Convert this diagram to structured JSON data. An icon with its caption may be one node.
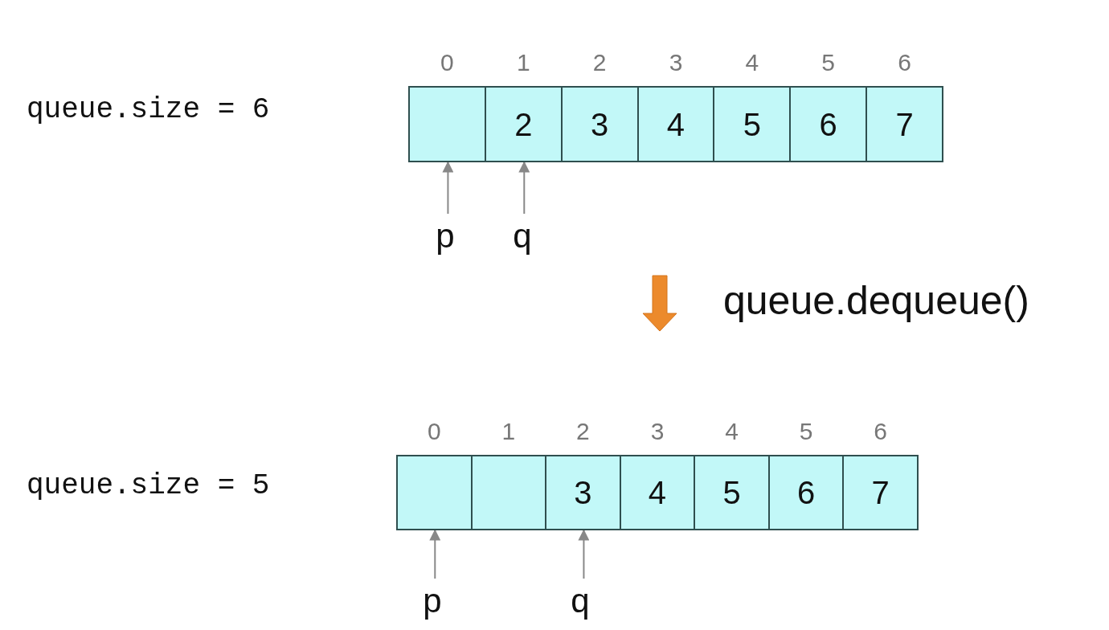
{
  "diagram": {
    "nodes": [
      {
        "text": [],
        "shape": "box"
      },
      {
        "text": [],
        "shape": "box",
        "in": 0,
        "beside": [
          "0"
        ]
      },
      {
        "text": [
          "2"
        ],
        "in": 0,
        "beside": [
          "1"
        ]
      },
      {
        "text": [
          "3"
        ],
        "in": 0,
        "beside": [
          "2"
        ]
      },
      {
        "text": [
          "4"
        ],
        "in": 0,
        "beside": [
          "3"
        ]
      },
      {
        "text": [
          "5"
        ],
        "in": 0,
        "beside": [
          "4"
        ]
      },
      {
        "text": [
          "6"
        ],
        "in": 0,
        "beside": [
          "5"
        ]
      },
      {
        "text": [
          "7"
        ],
        "in": 0,
        "beside": [
          "6"
        ]
      },
      {
        "text": [],
        "shape": "box"
      },
      {
        "text": [],
        "shape": "box",
        "in": 8,
        "beside": [
          "0"
        ]
      },
      {
        "text": [],
        "shape": "box",
        "in": 8,
        "beside": [
          "1"
        ]
      },
      {
        "text": [
          "3"
        ],
        "in": 8,
        "beside": [
          "2"
        ]
      },
      {
        "text": [
          "4"
        ],
        "in": 8,
        "beside": [
          "3"
        ]
      },
      {
        "text": [
          "5"
        ],
        "in": 8,
        "beside": [
          "4"
        ]
      },
      {
        "text": [
          "6"
        ],
        "in": 8,
        "beside": [
          "5"
        ]
      },
      {
        "text": [
          "7"
        ],
        "in": 8,
        "beside": [
          "6"
        ]
      },
      {
        "text": [
          "p"
        ]
      },
      {
        "text": [
          "q"
        ]
      },
      {
        "text": [
          "p"
        ]
      },
      {
        "text": [
          "q"
        ]
      }
    ],
    "edges": [
      {
        "from": 16,
        "to": 1,
        "arrow": "to"
      },
      {
        "from": 17,
        "to": 2,
        "arrow": "to"
      },
      {
        "from": 18,
        "to": 9,
        "arrow": "to"
      },
      {
        "from": 19,
        "to": 11,
        "arrow": "to"
      }
    ],
    "labels": [
      "queue.size = 6",
      "queue.dequeue()",
      "queue.size = 5"
    ]
  }
}
